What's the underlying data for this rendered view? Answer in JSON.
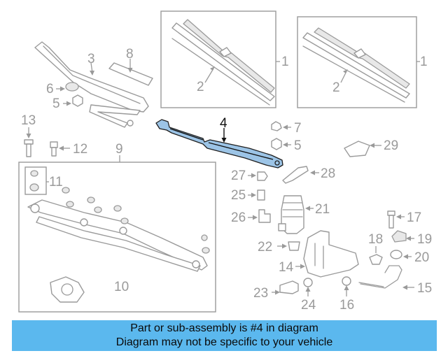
{
  "callouts": {
    "c1a": "1",
    "c1b": "1",
    "c2a": "2",
    "c2b": "2",
    "c3": "3",
    "c4": "4",
    "c5a": "5",
    "c5b": "5",
    "c6": "6",
    "c7": "7",
    "c8": "8",
    "c9": "9",
    "c10": "10",
    "c11": "11",
    "c12": "12",
    "c13": "13",
    "c14": "14",
    "c15": "15",
    "c16": "16",
    "c17": "17",
    "c18": "18",
    "c19": "19",
    "c20": "20",
    "c21": "21",
    "c22": "22",
    "c23": "23",
    "c24": "24",
    "c25": "25",
    "c26": "26",
    "c27": "27",
    "c28": "28",
    "c29": "29"
  },
  "highlighted_part": "4",
  "colors": {
    "highlight": "#9cc4e6",
    "banner": "#5bb8ee",
    "linework": "#9a9a9a"
  },
  "caption": {
    "line1": "Part or sub-assembly is #4 in diagram",
    "line2": "Diagram may not be specific to your vehicle"
  }
}
